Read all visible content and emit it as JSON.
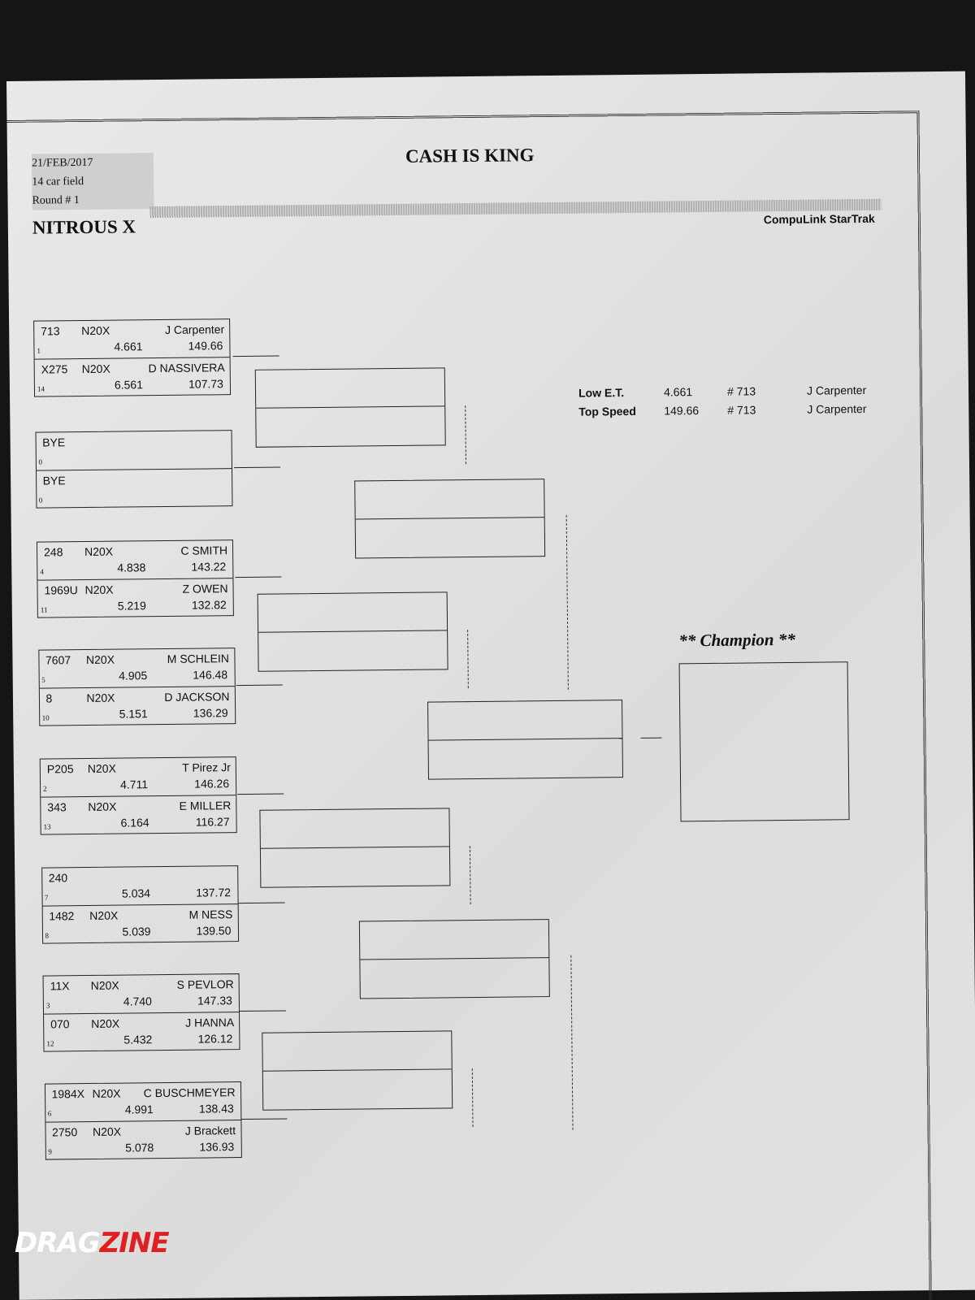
{
  "header": {
    "date": "21/FEB/2017",
    "field": "14 car field",
    "round": "Round # 1",
    "title": "CASH IS KING",
    "class_name": "NITROUS X",
    "system": "CompuLink StarTrak"
  },
  "pairings": [
    [
      {
        "car": "713",
        "cls": "N20X",
        "driver": "J Carpenter",
        "seed": "1",
        "et": "4.661",
        "mph": "149.66"
      },
      {
        "car": "X275",
        "cls": "N20X",
        "driver": "D NASSIVERA",
        "seed": "14",
        "et": "6.561",
        "mph": "107.73"
      }
    ],
    [
      {
        "car": "BYE",
        "cls": "",
        "driver": "",
        "seed": "0",
        "et": "",
        "mph": ""
      },
      {
        "car": "BYE",
        "cls": "",
        "driver": "",
        "seed": "0",
        "et": "",
        "mph": ""
      }
    ],
    [
      {
        "car": "248",
        "cls": "N20X",
        "driver": "C SMITH",
        "seed": "4",
        "et": "4.838",
        "mph": "143.22"
      },
      {
        "car": "1969U",
        "cls": "N20X",
        "driver": "Z OWEN",
        "seed": "11",
        "et": "5.219",
        "mph": "132.82"
      }
    ],
    [
      {
        "car": "7607",
        "cls": "N20X",
        "driver": "M SCHLEIN",
        "seed": "5",
        "et": "4.905",
        "mph": "146.48"
      },
      {
        "car": "8",
        "cls": "N20X",
        "driver": "D JACKSON",
        "seed": "10",
        "et": "5.151",
        "mph": "136.29"
      }
    ],
    [
      {
        "car": "P205",
        "cls": "N20X",
        "driver": "T Pirez Jr",
        "seed": "2",
        "et": "4.711",
        "mph": "146.26"
      },
      {
        "car": "343",
        "cls": "N20X",
        "driver": "E MILLER",
        "seed": "13",
        "et": "6.164",
        "mph": "116.27"
      }
    ],
    [
      {
        "car": "240",
        "cls": "",
        "driver": "",
        "seed": "7",
        "et": "5.034",
        "mph": "137.72"
      },
      {
        "car": "1482",
        "cls": "N20X",
        "driver": "M NESS",
        "seed": "8",
        "et": "5.039",
        "mph": "139.50"
      }
    ],
    [
      {
        "car": "11X",
        "cls": "N20X",
        "driver": "S PEVLOR",
        "seed": "3",
        "et": "4.740",
        "mph": "147.33"
      },
      {
        "car": "070",
        "cls": "N20X",
        "driver": "J HANNA",
        "seed": "12",
        "et": "5.432",
        "mph": "126.12"
      }
    ],
    [
      {
        "car": "1984X",
        "cls": "N20X",
        "driver": "C BUSCHMEYER",
        "seed": "6",
        "et": "4.991",
        "mph": "138.43"
      },
      {
        "car": "2750",
        "cls": "N20X",
        "driver": "J Brackett",
        "seed": "9",
        "et": "5.078",
        "mph": "136.93"
      }
    ]
  ],
  "stats": {
    "low_et": {
      "label": "Low  E.T.",
      "value": "4.661",
      "car": "# 713",
      "driver": "J Carpenter"
    },
    "top_speed": {
      "label": "Top Speed",
      "value": "149.66",
      "car": "# 713",
      "driver": "J Carpenter"
    }
  },
  "champion_label": "** Champion **",
  "watermark": {
    "part1": "DRAG",
    "part2": "ZINE",
    "color1": "#ffffff",
    "color2": "#e02020"
  }
}
